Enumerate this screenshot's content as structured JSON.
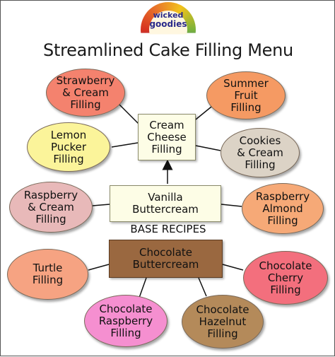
{
  "logo": {
    "line1": "wicked",
    "line2": "goodies"
  },
  "title": "Streamlined Cake Filling Menu",
  "base_label": "BASE RECIPES",
  "colors": {
    "salmon": "#f4826e",
    "orange": "#f59a63",
    "yellow": "#fbf49a",
    "tan": "#dcd3c6",
    "pink": "#e8b9b9",
    "orange_light": "#f6a977",
    "peach": "#f6a382",
    "rose": "#f36f7d",
    "magenta": "#f58fd0",
    "brown": "#b48a5a",
    "cream_box": "#fdfde6",
    "chocolate_box": "#9a6840"
  },
  "nodes": {
    "strawberry": "Strawberry\n& Cream\nFilling",
    "summer": "Summer\nFruit\nFilling",
    "cream_cheese": "Cream\nCheese\nFilling",
    "lemon": "Lemon\nPucker\nFilling",
    "cookies": "Cookies\n& Cream\nFilling",
    "vanilla": "Vanilla\nButtercream",
    "raspberry_cream": "Raspberry\n& Cream\nFilling",
    "raspberry_almond": "Raspberry\nAlmond\nFilling",
    "chocolate": "Chocolate\nButtercream",
    "turtle": "Turtle\nFilling",
    "cherry": "Chocolate\nCherry\nFilling",
    "choc_raspberry": "Chocolate\nRaspberry\nFilling",
    "hazelnut": "Chocolate\nHazelnut\nFilling"
  }
}
